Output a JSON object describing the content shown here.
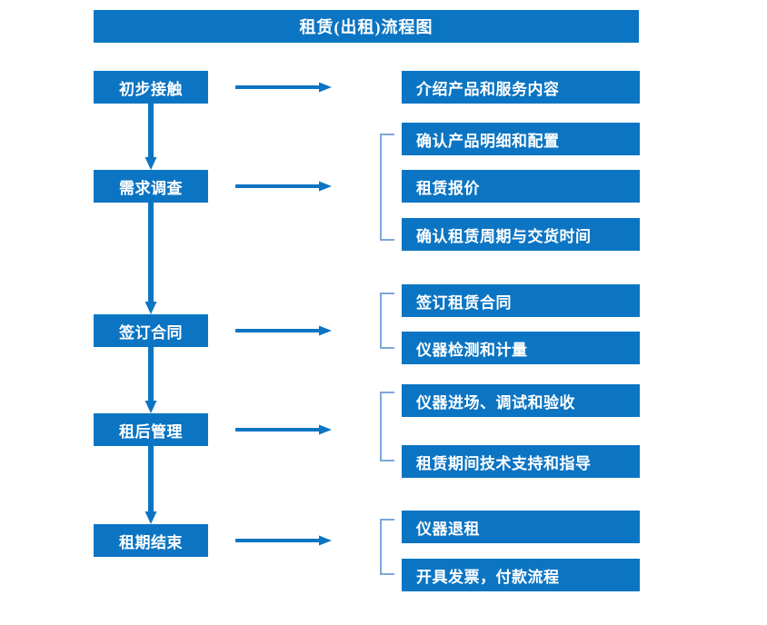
{
  "diagram": {
    "title": "租赁(出租)流程图",
    "accent_color": "#0c75c3",
    "bracket_color": "#7da7d9",
    "arrow_color": "#0c75c3",
    "background_color": "#ffffff"
  },
  "stages": [
    {
      "label": "初步接触"
    },
    {
      "label": "需求调查"
    },
    {
      "label": "签订合同"
    },
    {
      "label": "租后管理"
    },
    {
      "label": "租期结束"
    }
  ],
  "details": {
    "group1": [
      {
        "label": "介绍产品和服务内容"
      }
    ],
    "group2": [
      {
        "label": "确认产品明细和配置"
      },
      {
        "label": "租赁报价"
      },
      {
        "label": "确认租赁周期与交货时间"
      }
    ],
    "group3": [
      {
        "label": "签订租赁合同"
      },
      {
        "label": "仪器检测和计量"
      }
    ],
    "group4": [
      {
        "label": "仪器进场、调试和验收"
      },
      {
        "label": "租赁期间技术支持和指导"
      }
    ],
    "group5": [
      {
        "label": "仪器退租"
      },
      {
        "label": "开具发票，付款流程"
      }
    ]
  },
  "connectors": {
    "horizontal_arrows": 5,
    "vertical_arrows": 4,
    "brackets": 4
  }
}
